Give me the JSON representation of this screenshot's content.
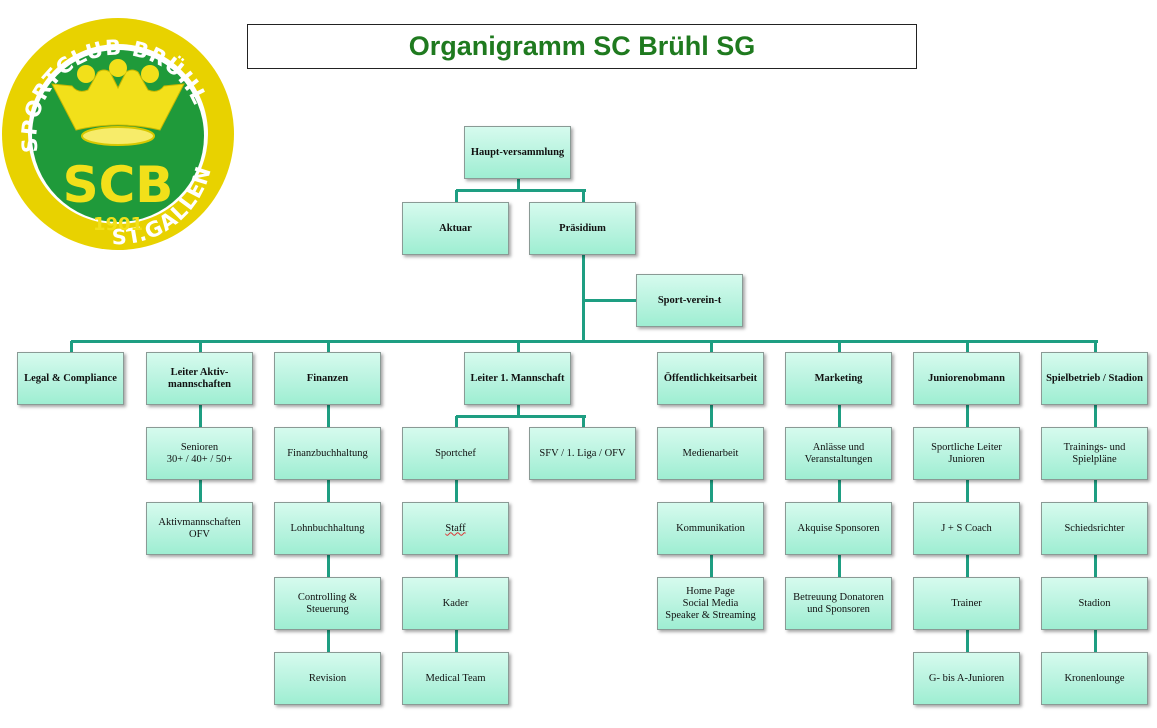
{
  "title": "Organigramm SC Brühl SG",
  "logo": {
    "top_text": "SPORTCLUB BRÜHL",
    "bottom_text": "ST.GALLEN",
    "monogram": "SCB",
    "year": "1901",
    "colors": {
      "ring": "#e8d200",
      "field": "#1f9a3a",
      "crown": "#f2e01a"
    }
  },
  "colors": {
    "line": "#1e9e82",
    "box_top": "#d6fbee",
    "box_bottom": "#9eeed2",
    "title": "#1f7a1f"
  },
  "top": {
    "hauptversammlung": "Haupt-versammlung",
    "aktuar": "Aktuar",
    "praesidium": "Präsidium",
    "sportverein": "Sport-verein-t"
  },
  "departments": [
    {
      "label": "Legal & Compliance",
      "children": []
    },
    {
      "label": "Leiter Aktiv-\nmannschaften",
      "children": [
        "Senioren\n30+ / 40+ / 50+",
        "Aktivmannschaften\nOFV"
      ]
    },
    {
      "label": "Finanzen",
      "children": [
        "Finanzbuchhaltung",
        "Lohnbuchhaltung",
        "Controlling &\nSteuerung",
        "Revision"
      ]
    },
    {
      "label": "Leiter 1. Mannschaft",
      "branches": [
        "Sportchef",
        "SFV / 1. Liga / OFV"
      ],
      "children": [
        "Staff",
        "Kader",
        "Medical Team"
      ]
    },
    {
      "label": "Öffentlichkeitsarbeit",
      "children": [
        "Medienarbeit",
        "Kommunikation",
        "Home Page\nSocial Media\nSpeaker & Streaming"
      ]
    },
    {
      "label": "Marketing",
      "children": [
        "Anlässe und\nVeranstaltungen",
        "Akquise Sponsoren",
        "Betreuung Donatoren\nund Sponsoren"
      ]
    },
    {
      "label": "Juniorenobmann",
      "children": [
        "Sportliche Leiter\nJunioren",
        "J + S Coach",
        "Trainer",
        "G- bis A-Junioren"
      ]
    },
    {
      "label": "Spielbetrieb / Stadion",
      "children": [
        "Trainings- und\nSpielpläne",
        "Schiedsrichter",
        "Stadion",
        "Kronenlounge"
      ]
    }
  ]
}
